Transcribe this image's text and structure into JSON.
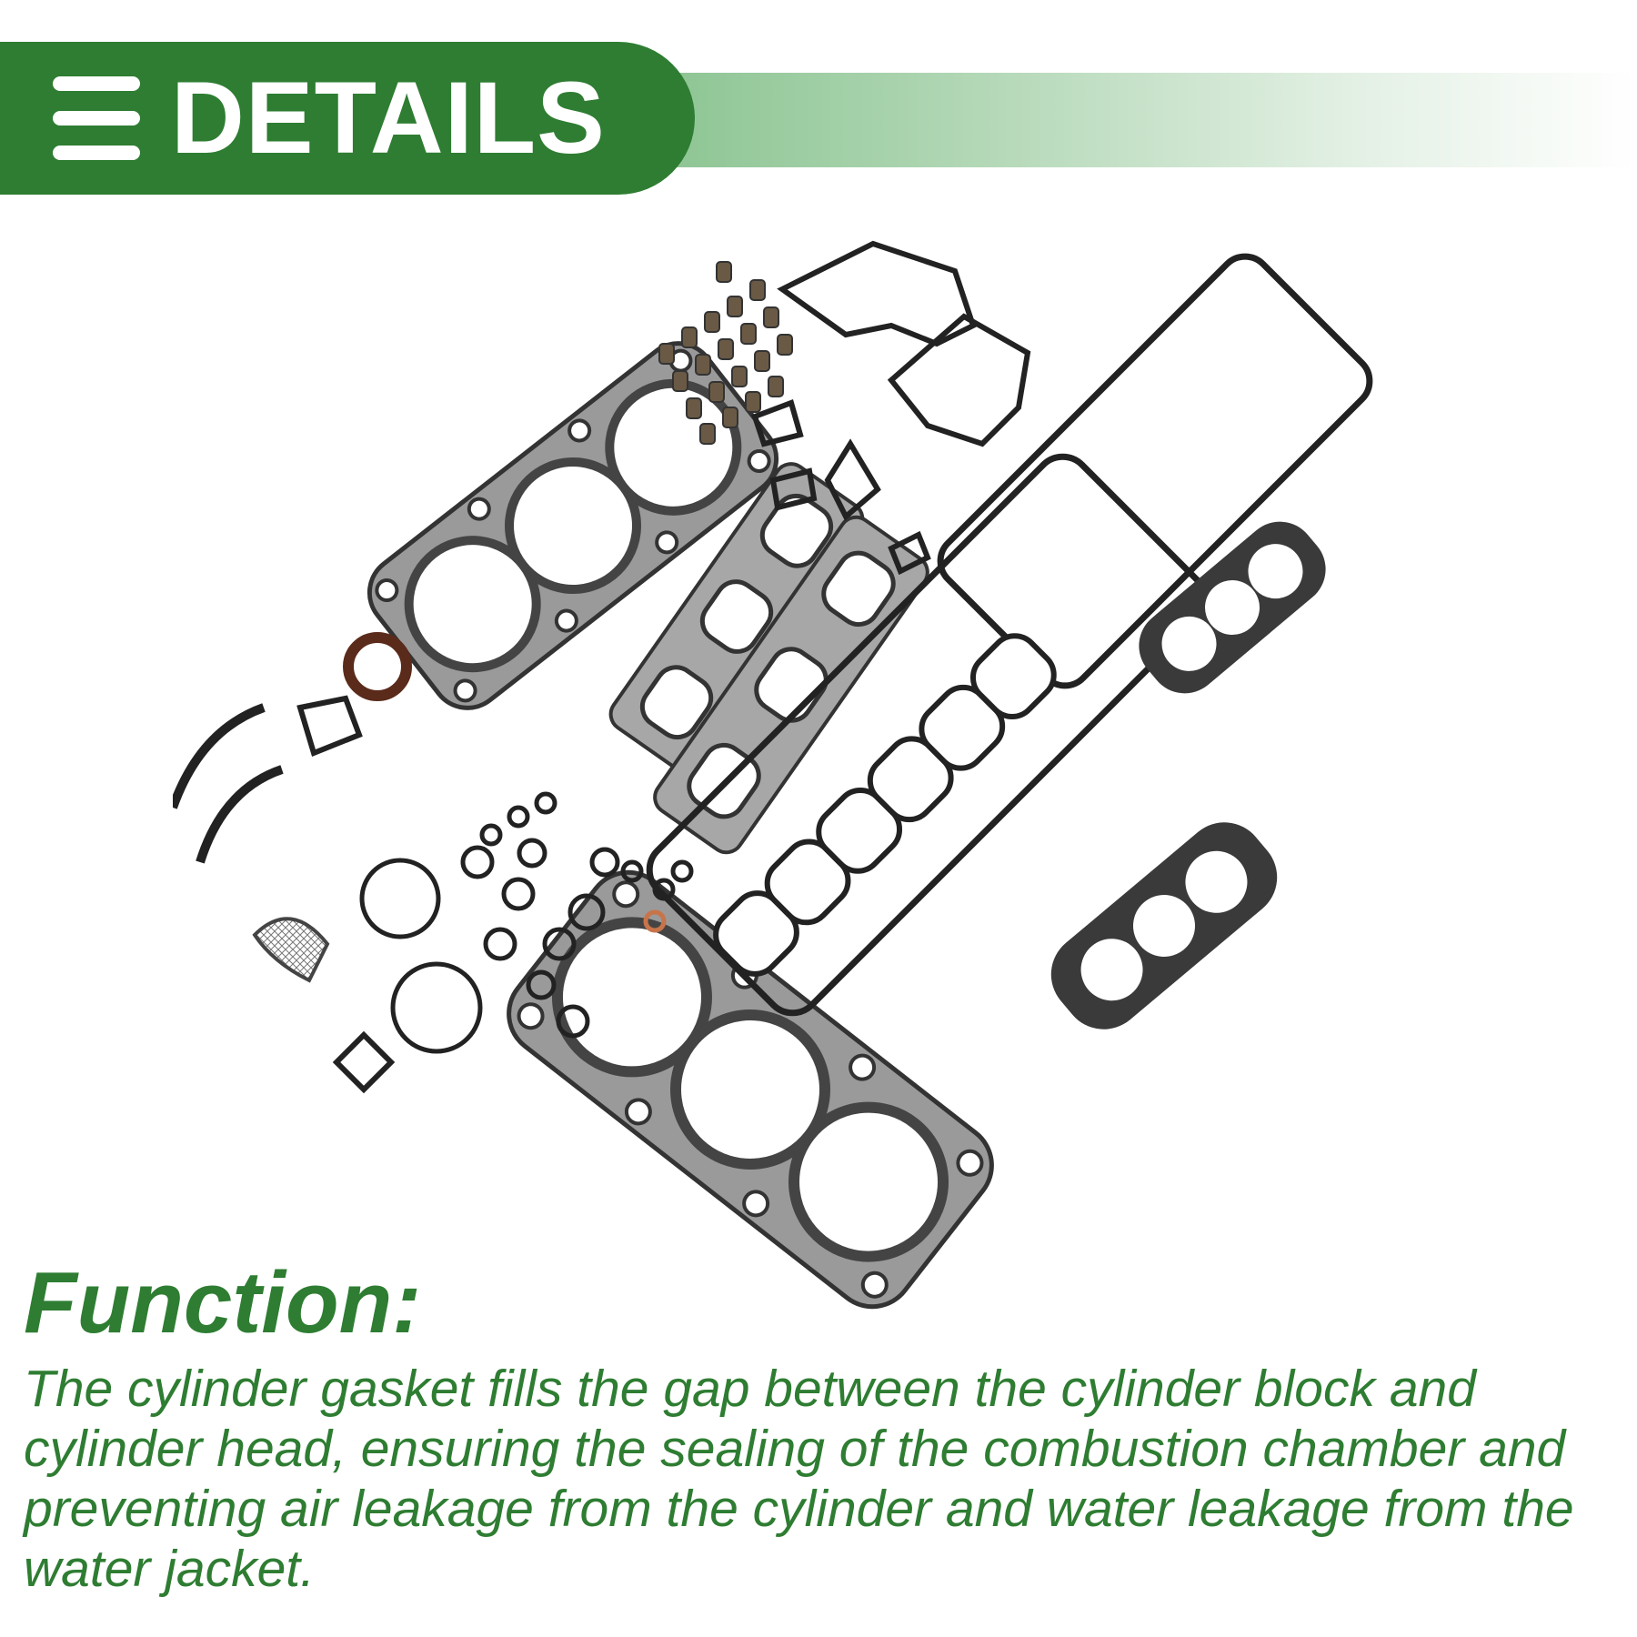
{
  "banner": {
    "icon": "menu-lines-icon",
    "title": "DETAILS",
    "color": "#2e7d32"
  },
  "product_image": {
    "subject": "engine gasket kit"
  },
  "function": {
    "heading": "Function:",
    "body": "The cylinder gasket fills the gap between the cylinder block and cylinder head, ensuring the sealing of the combustion chamber and preventing air leakage from the cylinder and water leakage from the water jacket."
  }
}
